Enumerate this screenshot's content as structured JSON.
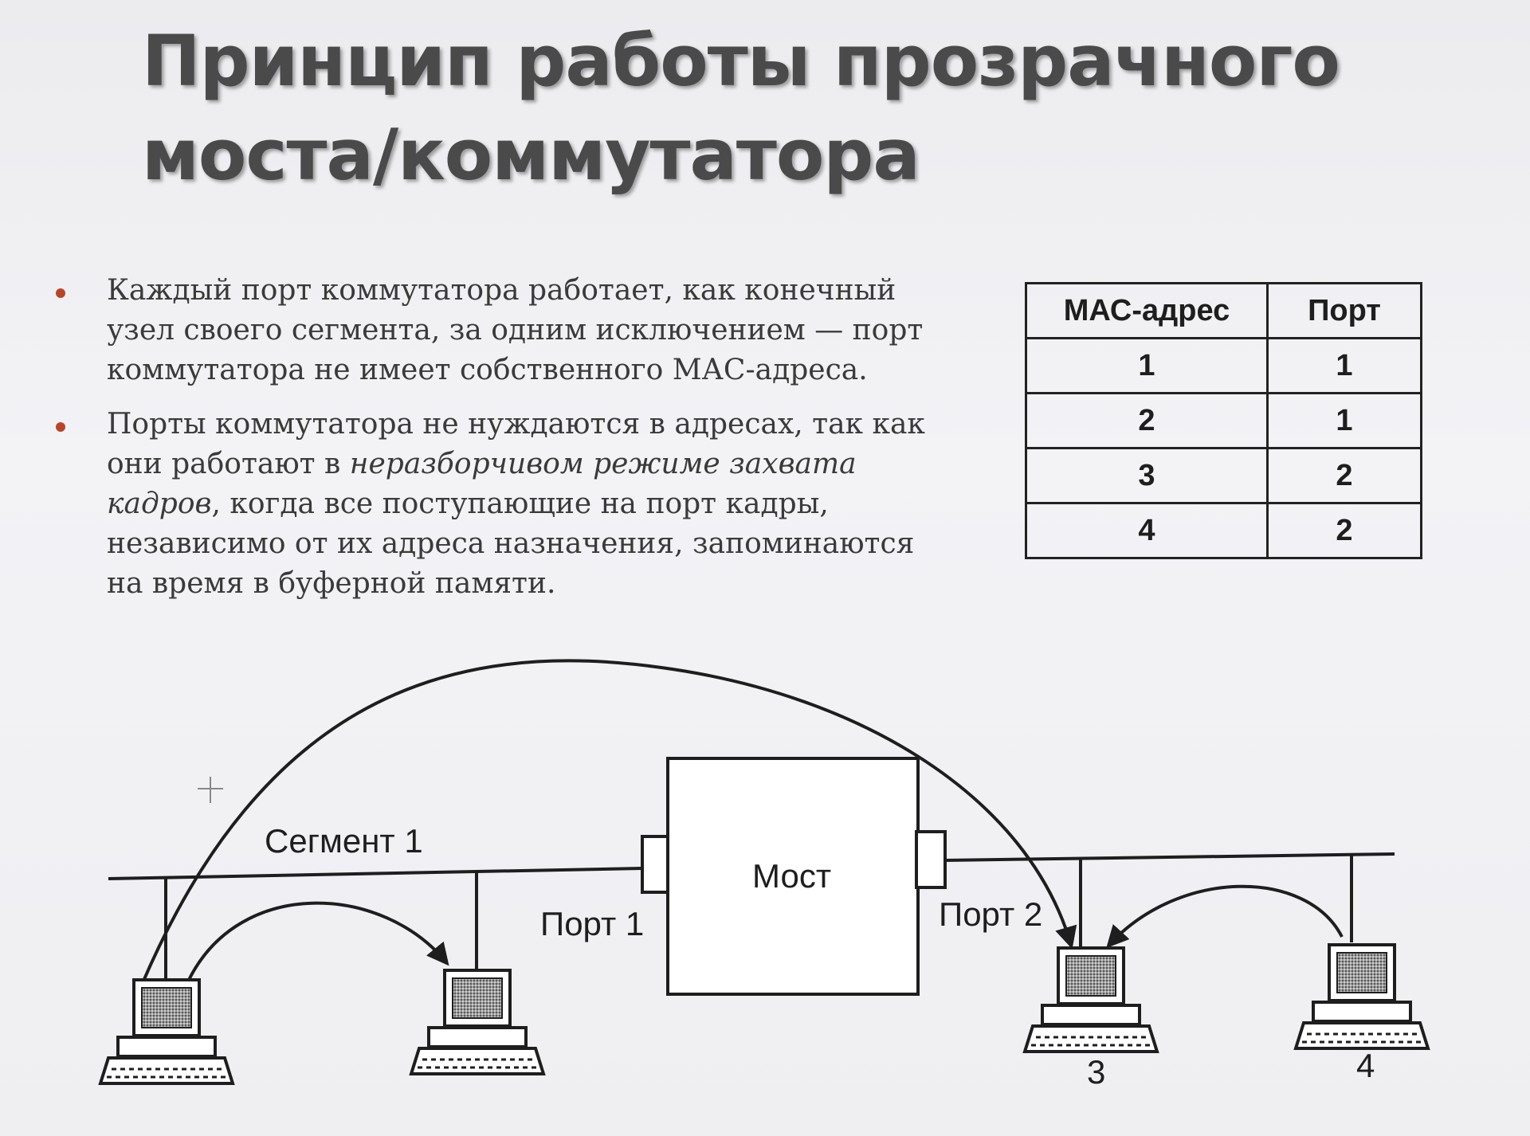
{
  "slide": {
    "title_line1": "Принцип работы прозрачного",
    "title_line2": "моста/коммутатора",
    "bullet1": "Каждый порт коммутатора работает, как конечный узел своего сегмента, за одним исключением — порт коммутатора не имеет собственного МАС-адреса.",
    "bullet2_start": "Порты коммутатора не нуждаются в адресах, так как они работают в ",
    "bullet2_italic": "неразборчивом режиме захвата кадров",
    "bullet2_end": ", когда все поступающие на порт кадры, независимо от их адреса назначения, запоминаются на время в буферной памяти.",
    "accent_color": "#b8452a"
  },
  "mac_table": {
    "headers": [
      "МАС-адрес",
      "Порт"
    ],
    "rows": [
      [
        "1",
        "1"
      ],
      [
        "2",
        "1"
      ],
      [
        "3",
        "2"
      ],
      [
        "4",
        "2"
      ]
    ]
  },
  "diagram": {
    "segment1_label": "Сегмент 1",
    "bridge_label": "Мост",
    "port1_label": "Порт 1",
    "port2_label": "Порт 2",
    "node3_label": "3",
    "node4_label": "4"
  }
}
